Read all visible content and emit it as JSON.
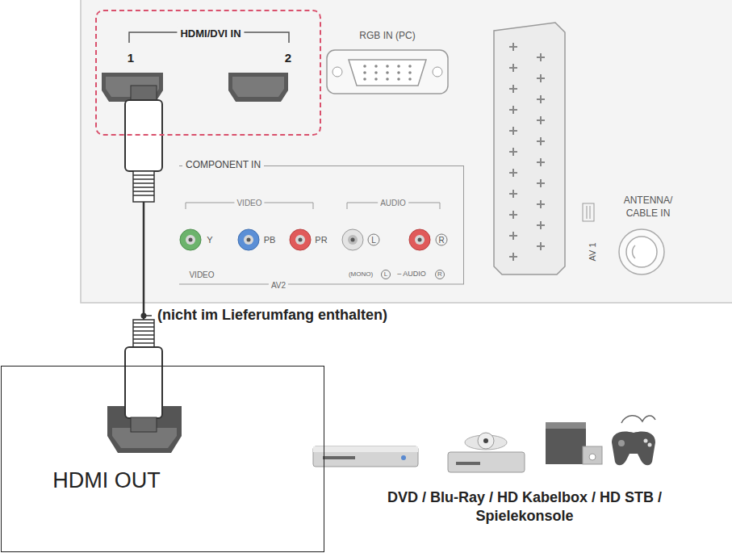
{
  "diagram": {
    "nodes": [
      {
        "text": [
          "HDMI/DVI IN",
          "1",
          "2"
        ]
      },
      {
        "text": [
          "COMPONENT IN"
        ]
      },
      {
        "text": [
          "HDMI OUT"
        ]
      }
    ],
    "edges": [
      {
        "from": 0,
        "to": 2,
        "arrow": "none",
        "label": "(nicht im Lieferumfang enthalten)"
      }
    ],
    "labels": [
      "RGB IN (PC)",
      "VIDEO",
      "AUDIO",
      "Y",
      "PB",
      "PR",
      "L",
      "R",
      "VIDEO",
      "AV2",
      "(MONO)",
      "L",
      "– AUDIO",
      "R",
      "AV 1",
      "ANTENNA/ CABLE IN",
      "DVD / Blu-Ray / HD Kabelbox / HD STB / Spielekonsole"
    ]
  }
}
